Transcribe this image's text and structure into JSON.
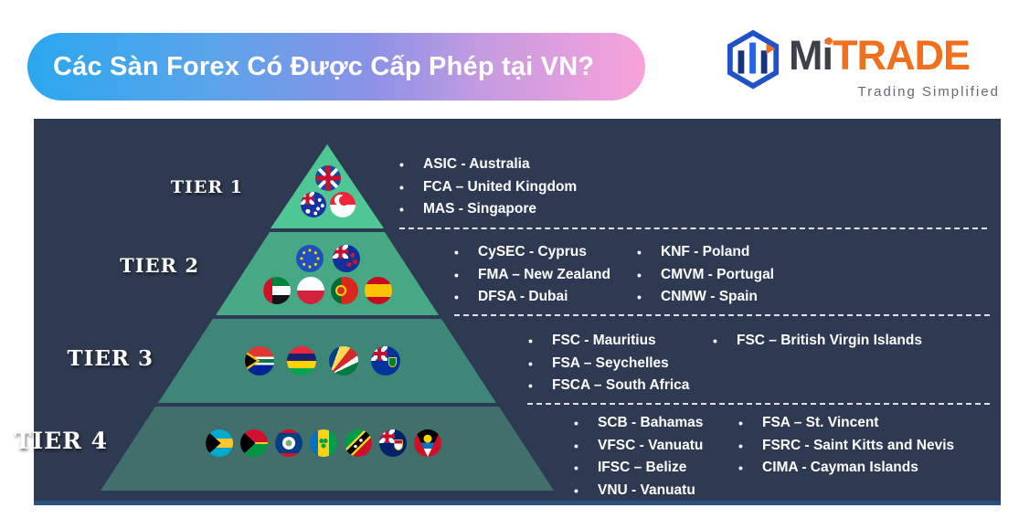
{
  "header": {
    "title": "Các Sàn  Forex Có Được Cấp Phép tại VN?"
  },
  "logo": {
    "brand_mi": "Mi",
    "brand_trade": "TRADE",
    "tagline": "Trading Simplified",
    "accent_orange": "#f26f1d",
    "accent_blue": "#2563eb",
    "brand_dark": "#3d4249"
  },
  "panel": {
    "background": "#2e3a51",
    "bottom_strip": "#2b5180"
  },
  "tiers": [
    {
      "label": "TIER 1",
      "color": "#4fc795",
      "flag_rows": [
        [
          "uk"
        ],
        [
          "australia",
          "singapore"
        ]
      ],
      "columns": [
        [
          "ASIC - Australia",
          "FCA – United Kingdom",
          "MAS - Singapore"
        ]
      ]
    },
    {
      "label": "TIER 2",
      "color": "#47a886",
      "flag_rows": [
        [
          "eu",
          "new-zealand"
        ],
        [
          "uae",
          "poland",
          "portugal",
          "spain"
        ]
      ],
      "columns": [
        [
          "CySEC - Cyprus",
          "FMA – New Zealand",
          "DFSA - Dubai"
        ],
        [
          "KNF - Poland",
          "CMVM - Portugal",
          "CNMW - Spain"
        ]
      ]
    },
    {
      "label": "TIER 3",
      "color": "#3e8678",
      "flag_rows": [
        [
          "south-africa",
          "mauritius",
          "seychelles",
          "british-virgin-islands"
        ]
      ],
      "columns": [
        [
          "FSC - Mauritius",
          "FSA – Seychelles",
          "FSCA – South Africa"
        ],
        [
          "FSC – British Virgin Islands"
        ]
      ]
    },
    {
      "label": "TIER 4",
      "color": "#41706c",
      "flag_rows": [
        [
          "bahamas",
          "vanuatu",
          "belize",
          "st-vincent",
          "st-kitts-nevis",
          "cayman-islands",
          "antigua-barbuda"
        ]
      ],
      "columns": [
        [
          "SCB - Bahamas",
          "VFSC - Vanuatu",
          "IFSC – Belize",
          "VNU - Vanuatu"
        ],
        [
          "FSA – St. Vincent",
          "FSRC - Saint Kitts and Nevis",
          "CIMA - Cayman Islands"
        ]
      ]
    }
  ]
}
